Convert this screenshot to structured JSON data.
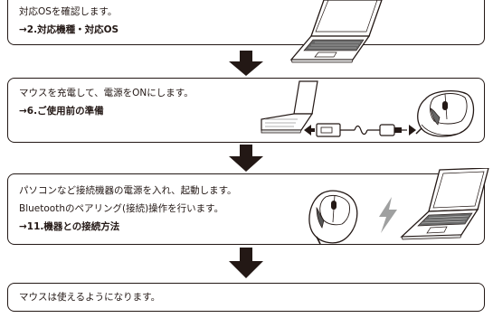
{
  "steps": [
    {
      "lines": [
        "対応OSを確認します。"
      ],
      "link": "→2.対応機種・対応OS"
    },
    {
      "lines": [
        "マウスを充電して、電源をONにします。"
      ],
      "link": "→6.ご使用前の準備"
    },
    {
      "lines": [
        "パソコンなど接続機器の電源を入れ、起動します。",
        "Bluetoothのペアリング(接続)操作を行います。"
      ],
      "link": "→11.機器との接続方法"
    },
    {
      "lines": [
        "マウスは使えるようになります。"
      ]
    }
  ],
  "icons": [
    "laptop-icon",
    "mouse-icon",
    "usb-cable-icon",
    "lightning-icon",
    "down-arrow-icon"
  ],
  "colors": {
    "ink": "#231815",
    "background": "#ffffff"
  }
}
